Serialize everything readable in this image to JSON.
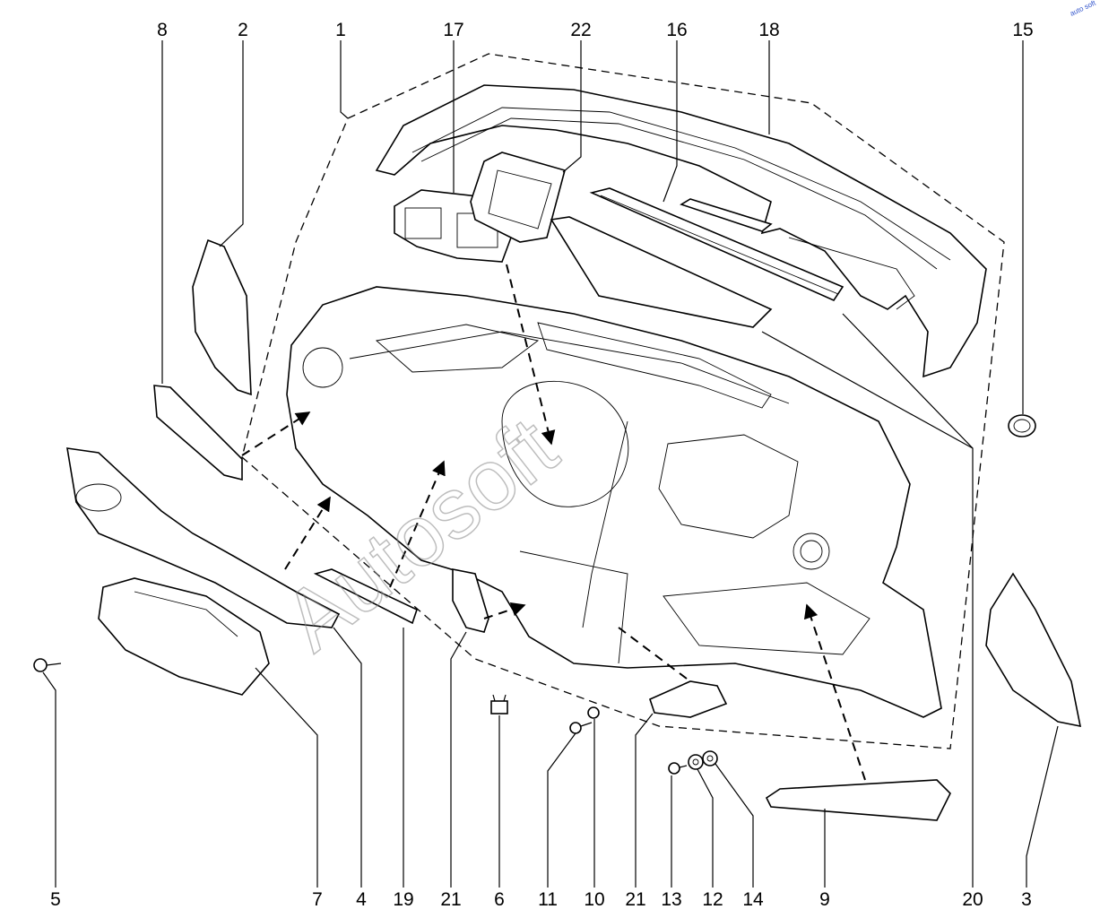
{
  "callouts_top": [
    "8",
    "2",
    "1",
    "17",
    "22",
    "16",
    "18",
    "15"
  ],
  "callouts_bottom": [
    "5",
    "7",
    "4",
    "19",
    "21",
    "6",
    "11",
    "10",
    "21",
    "13",
    "12",
    "14",
    "9",
    "20",
    "3"
  ],
  "watermark": "Autosoft",
  "corner_logo": "auto soft"
}
